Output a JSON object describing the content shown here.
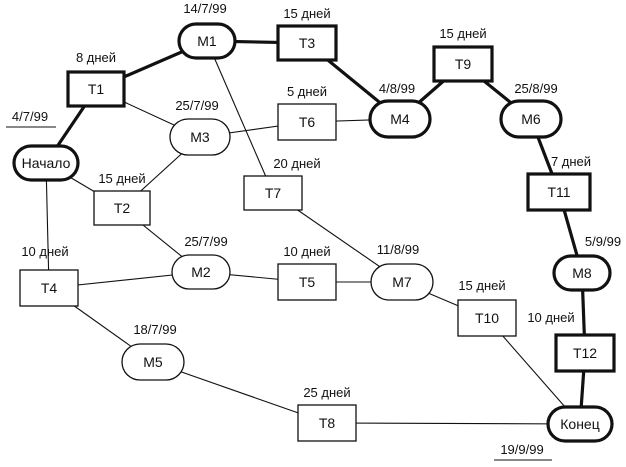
{
  "nodes": {
    "start": {
      "label": "Начало",
      "kind": "terminal",
      "critical": true
    },
    "end": {
      "label": "Конец",
      "kind": "terminal",
      "critical": true
    },
    "m1": {
      "label": "M1",
      "kind": "milestone",
      "critical": true
    },
    "m2": {
      "label": "M2",
      "kind": "milestone",
      "critical": false
    },
    "m3": {
      "label": "M3",
      "kind": "milestone",
      "critical": false
    },
    "m4": {
      "label": "M4",
      "kind": "milestone",
      "critical": true
    },
    "m5": {
      "label": "M5",
      "kind": "milestone",
      "critical": false
    },
    "m6": {
      "label": "M6",
      "kind": "milestone",
      "critical": true
    },
    "m7": {
      "label": "M7",
      "kind": "milestone",
      "critical": false
    },
    "m8": {
      "label": "M8",
      "kind": "milestone",
      "critical": true
    },
    "t1": {
      "label": "T1",
      "kind": "task",
      "duration": "8 дней",
      "critical": true
    },
    "t2": {
      "label": "T2",
      "kind": "task",
      "duration": "15 дней",
      "critical": false
    },
    "t3": {
      "label": "T3",
      "kind": "task",
      "duration": "15 дней",
      "critical": true
    },
    "t4": {
      "label": "T4",
      "kind": "task",
      "duration": "10 дней",
      "critical": false
    },
    "t5": {
      "label": "T5",
      "kind": "task",
      "duration": "10 дней",
      "critical": false
    },
    "t6": {
      "label": "T6",
      "kind": "task",
      "duration": "5 дней",
      "critical": false
    },
    "t7": {
      "label": "T7",
      "kind": "task",
      "duration": "20 дней",
      "critical": false
    },
    "t8": {
      "label": "T8",
      "kind": "task",
      "duration": "25 дней",
      "critical": false
    },
    "t9": {
      "label": "T9",
      "kind": "task",
      "duration": "15 дней",
      "critical": true
    },
    "t10": {
      "label": "T10",
      "kind": "task",
      "duration": "15 дней",
      "critical": false
    },
    "t11": {
      "label": "T11",
      "kind": "task",
      "duration": "7 дней",
      "critical": true
    },
    "t12": {
      "label": "T12",
      "kind": "task",
      "duration": "10 дней",
      "critical": true
    }
  },
  "dates": {
    "start": "4/7/99",
    "end": "19/9/99",
    "m1": "14/7/99",
    "m2": "25/7/99",
    "m3": "25/7/99",
    "m4": "4/8/99",
    "m5": "18/7/99",
    "m6": "25/8/99",
    "m7": "11/8/99",
    "m8": "5/9/99"
  },
  "edges": [
    {
      "from": "start",
      "to": "t1",
      "critical": true
    },
    {
      "from": "t1",
      "to": "m1",
      "critical": true
    },
    {
      "from": "m1",
      "to": "t3",
      "critical": true
    },
    {
      "from": "t3",
      "to": "m4",
      "critical": true
    },
    {
      "from": "m4",
      "to": "t9",
      "critical": true
    },
    {
      "from": "t9",
      "to": "m6",
      "critical": true
    },
    {
      "from": "m6",
      "to": "t11",
      "critical": true
    },
    {
      "from": "t11",
      "to": "m8",
      "critical": true
    },
    {
      "from": "m8",
      "to": "t12",
      "critical": true
    },
    {
      "from": "t12",
      "to": "end",
      "critical": true
    },
    {
      "from": "t1",
      "to": "m3",
      "critical": false
    },
    {
      "from": "m3",
      "to": "t6",
      "critical": false
    },
    {
      "from": "t6",
      "to": "m4",
      "critical": false
    },
    {
      "from": "start",
      "to": "t2",
      "critical": false
    },
    {
      "from": "t2",
      "to": "m3",
      "critical": false
    },
    {
      "from": "t2",
      "to": "m2",
      "critical": false
    },
    {
      "from": "m2",
      "to": "t5",
      "critical": false
    },
    {
      "from": "t5",
      "to": "m7",
      "critical": false
    },
    {
      "from": "m1",
      "to": "t7",
      "critical": false
    },
    {
      "from": "t7",
      "to": "m7",
      "critical": false
    },
    {
      "from": "m7",
      "to": "t10",
      "critical": false
    },
    {
      "from": "t10",
      "to": "end",
      "critical": false
    },
    {
      "from": "start",
      "to": "t4",
      "critical": false
    },
    {
      "from": "t4",
      "to": "m2",
      "critical": false
    },
    {
      "from": "t4",
      "to": "m5",
      "critical": false
    },
    {
      "from": "m5",
      "to": "t8",
      "critical": false
    },
    {
      "from": "t8",
      "to": "end",
      "critical": false
    }
  ]
}
